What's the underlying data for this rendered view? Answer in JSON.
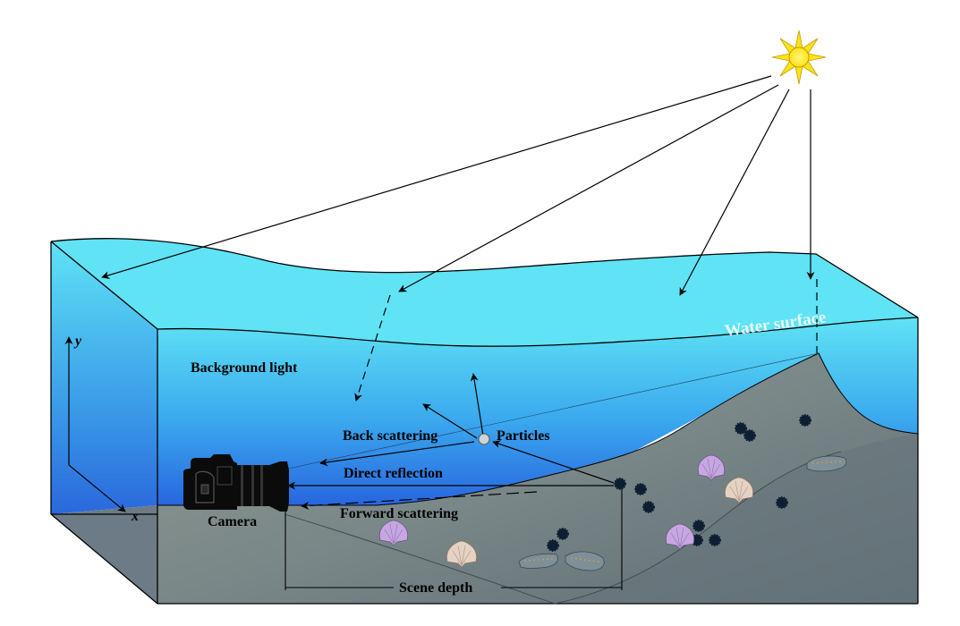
{
  "labels": {
    "water_surface": "Water surface",
    "background_light": "Background light",
    "back_scattering": "Back scattering",
    "particles": "Particles",
    "direct_reflection": "Direct reflection",
    "forward_scattering": "Forward scattering",
    "camera": "Camera",
    "scene_depth": "Scene depth",
    "axis_y": "y",
    "axis_x": "x"
  },
  "colors": {
    "water_top": "#5fe3f5",
    "water_deep": "#2a6fe0",
    "seabed": "#6f7f86",
    "seabed_light": "#9aa396",
    "sun": "#ffe414",
    "sun_ring": "#e8b400",
    "urchin": "#0f1f33",
    "scallop_purple": "#c7a6e2",
    "scallop_beige": "#e6d2c2",
    "sea_cucumber": "#7f8f98"
  },
  "icons": {
    "sun": "sun-icon",
    "camera": "camera-icon",
    "particle": "particle-icon",
    "sea_urchin": "sea-urchin-icon",
    "scallop": "scallop-shell-icon",
    "sea_cucumber": "sea-cucumber-icon"
  }
}
